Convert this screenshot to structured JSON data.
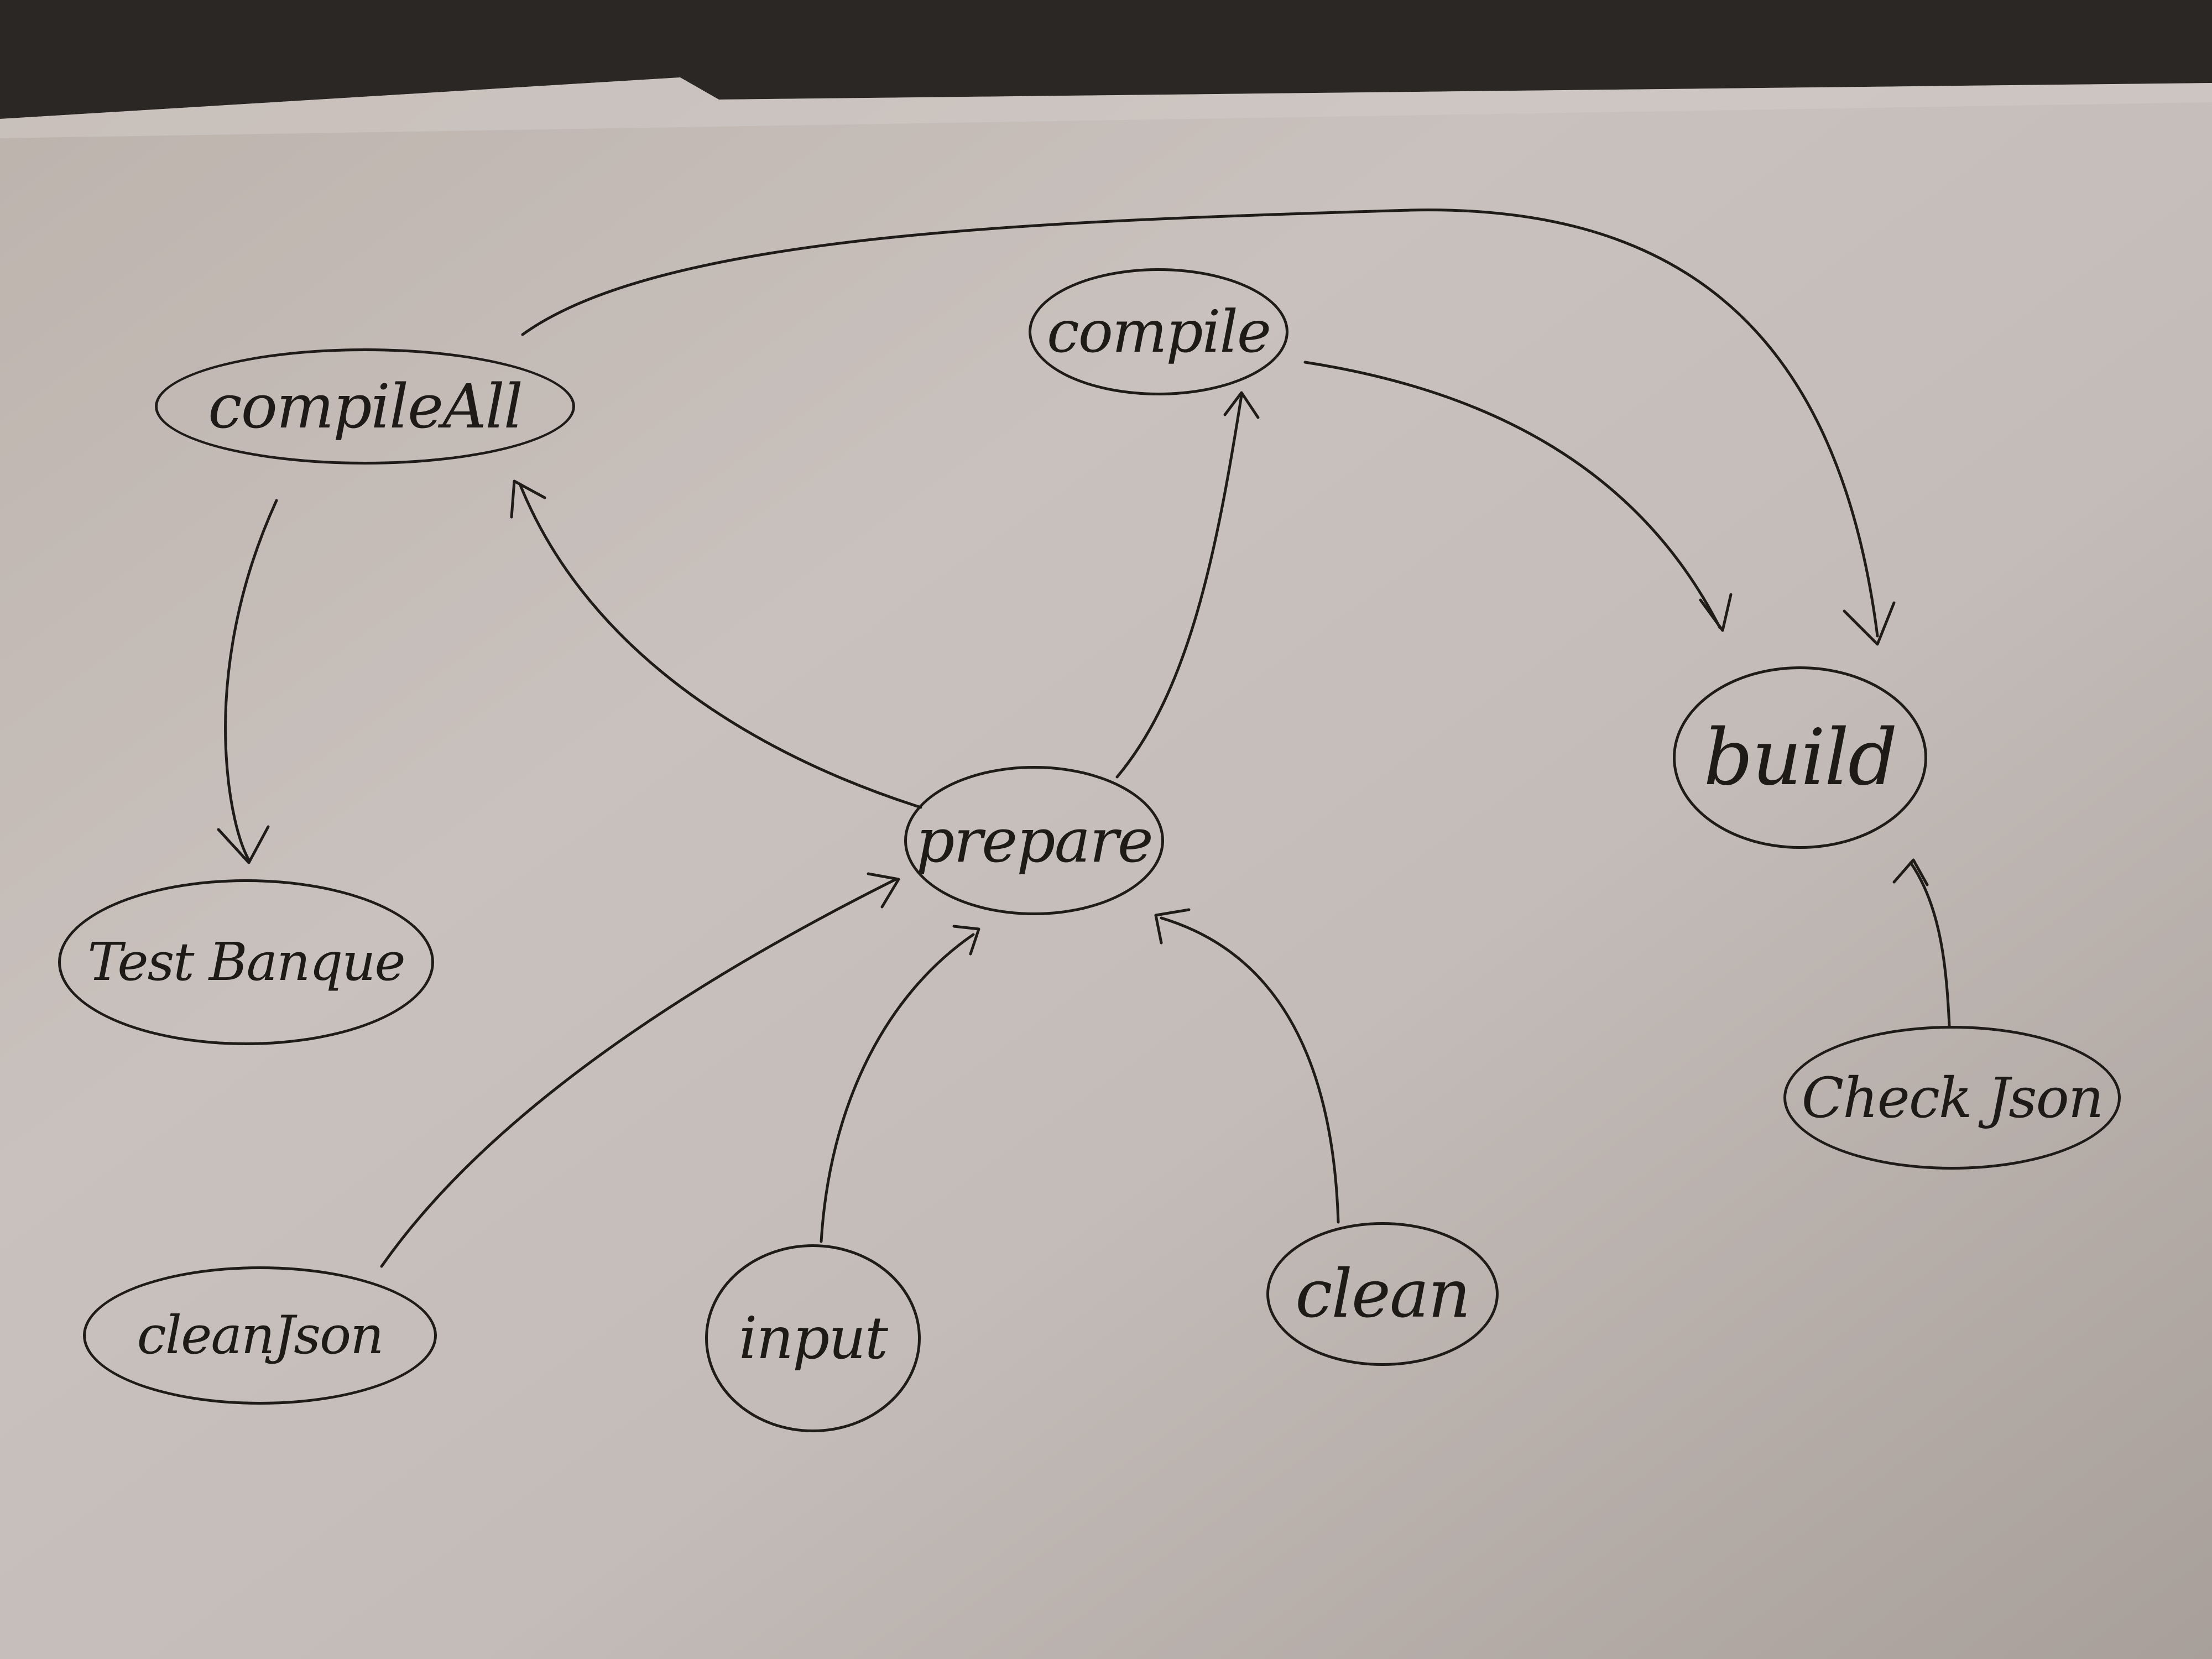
{
  "diagram": {
    "nodes": [
      {
        "id": "compileAll",
        "label": "compileAll"
      },
      {
        "id": "compile",
        "label": "compile"
      },
      {
        "id": "build",
        "label": "build"
      },
      {
        "id": "prepare",
        "label": "prepare"
      },
      {
        "id": "testBanque",
        "label": "Test Banque"
      },
      {
        "id": "checkJson",
        "label": "Check Json"
      },
      {
        "id": "cleanJson",
        "label": "cleanJson"
      },
      {
        "id": "input",
        "label": "input"
      },
      {
        "id": "clean",
        "label": "clean"
      }
    ],
    "edges": [
      {
        "from": "compileAll",
        "to": "build"
      },
      {
        "from": "compileAll",
        "to": "testBanque"
      },
      {
        "from": "compile",
        "to": "build"
      },
      {
        "from": "prepare",
        "to": "compileAll"
      },
      {
        "from": "prepare",
        "to": "compile"
      },
      {
        "from": "checkJson",
        "to": "build"
      },
      {
        "from": "cleanJson",
        "to": "prepare"
      },
      {
        "from": "input",
        "to": "prepare"
      },
      {
        "from": "clean",
        "to": "prepare"
      }
    ]
  }
}
